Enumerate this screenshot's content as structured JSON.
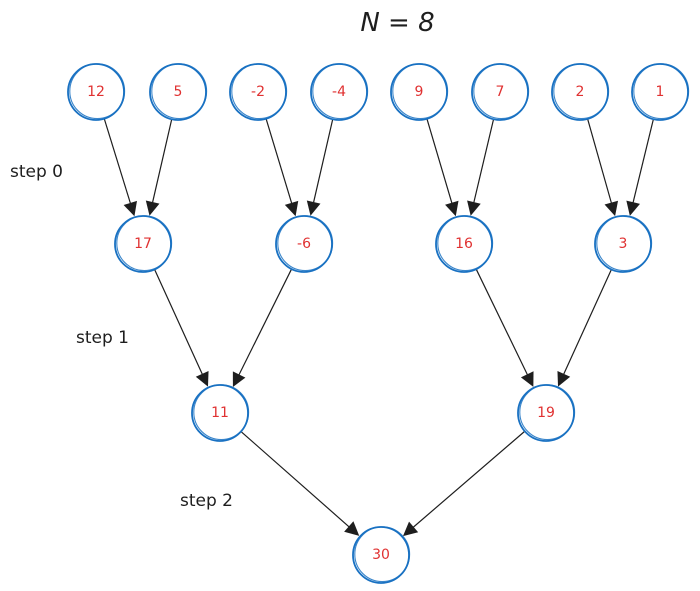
{
  "title": "N = 8",
  "step_labels": [
    "step 0",
    "step 1",
    "step 2"
  ],
  "levels": [
    [
      "12",
      "5",
      "-2",
      "-4",
      "9",
      "7",
      "2",
      "1"
    ],
    [
      "17",
      "-6",
      "16",
      "3"
    ],
    [
      "11",
      "19"
    ],
    [
      "30"
    ]
  ],
  "colors": {
    "node_outline": "#1971c2",
    "node_value": "#e03131",
    "edge": "#1e1e1e"
  }
}
